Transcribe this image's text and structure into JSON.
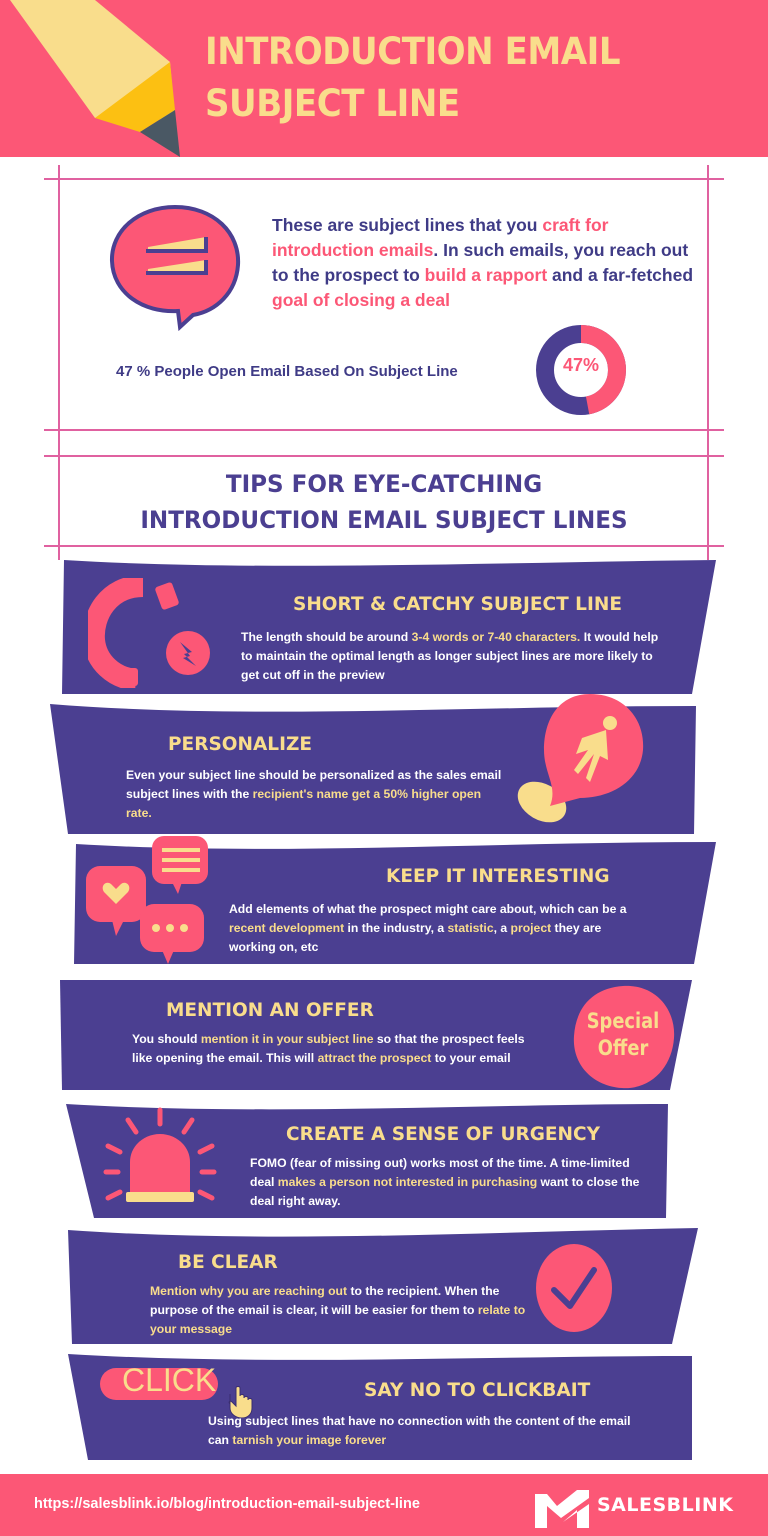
{
  "header": {
    "title_line1": "INTRODUCTION EMAIL",
    "title_line2": "SUBJECT LINE"
  },
  "intro": {
    "text_parts": [
      {
        "text": "These are subject lines that you ",
        "hl": false
      },
      {
        "text": "craft for introduction emails",
        "hl": true
      },
      {
        "text": ". In such emails, you reach out to the prospect to ",
        "hl": false
      },
      {
        "text": "build a rapport",
        "hl": true
      },
      {
        "text": " and a far-fetched ",
        "hl": false
      },
      {
        "text": "goal of closing a deal",
        "hl": true
      }
    ],
    "stat_text": "47 % People Open Email Based On Subject Line",
    "stat_value": "47%",
    "stat_percent": 47
  },
  "tips_heading": {
    "line1": "TIPS FOR EYE-CATCHING",
    "line2": "INTRODUCTION EMAIL SUBJECT LINES"
  },
  "tips": [
    {
      "title": "SHORT & CATCHY SUBJECT LINE",
      "icon": "magnet-icon",
      "body": [
        {
          "text": "The length should be around ",
          "hl": false
        },
        {
          "text": "3-4 words or 7-40 characters.",
          "hl": true
        },
        {
          "text": " It would help to maintain the optimal length as longer subject lines are more likely to get cut off in the preview",
          "hl": false
        }
      ]
    },
    {
      "title": "PERSONALIZE",
      "icon": "location-person-icon",
      "body": [
        {
          "text": "Even your subject line should be personalized as the sales email subject lines with the ",
          "hl": false
        },
        {
          "text": "recipient's name get a 50% higher open rate.",
          "hl": true
        }
      ]
    },
    {
      "title": "KEEP IT INTERESTING",
      "icon": "chat-bubbles-icon",
      "body": [
        {
          "text": "Add elements of what the prospect might care about, which can be a ",
          "hl": false
        },
        {
          "text": "recent development",
          "hl": true
        },
        {
          "text": " in the industry, a ",
          "hl": false
        },
        {
          "text": "statistic",
          "hl": true
        },
        {
          "text": ", a ",
          "hl": false
        },
        {
          "text": "project",
          "hl": true
        },
        {
          "text": " they are working on, etc",
          "hl": false
        }
      ]
    },
    {
      "title": "MENTION AN OFFER",
      "icon": "special-offer-badge-icon",
      "badge_line1": "Special",
      "badge_line2": "Offer",
      "body": [
        {
          "text": "You should ",
          "hl": false
        },
        {
          "text": "mention it in your subject line",
          "hl": true
        },
        {
          "text": " so that the prospect feels like opening the email. This will ",
          "hl": false
        },
        {
          "text": "attract the prospect",
          "hl": true
        },
        {
          "text": " to your email",
          "hl": false
        }
      ]
    },
    {
      "title": "CREATE A SENSE OF URGENCY",
      "icon": "alarm-siren-icon",
      "body": [
        {
          "text": "FOMO (fear of missing out) works most of the time. A time-limited deal ",
          "hl": false
        },
        {
          "text": "makes a person not interested in purchasing",
          "hl": true
        },
        {
          "text": " want to close the deal right away.",
          "hl": false
        }
      ]
    },
    {
      "title": "BE CLEAR",
      "icon": "checkmark-icon",
      "body": [
        {
          "text": "Mention why you are reaching out",
          "hl": true
        },
        {
          "text": " to the recipient. When the purpose of the email is clear, it will be easier for them to ",
          "hl": false
        },
        {
          "text": "relate to your message",
          "hl": true
        }
      ]
    },
    {
      "title": "SAY NO TO CLICKBAIT",
      "icon": "click-button-icon",
      "click_label": "CLICK",
      "body": [
        {
          "text": "Using subject lines that have no connection with the content of the email can ",
          "hl": false
        },
        {
          "text": "tarnish your image forever",
          "hl": true
        }
      ]
    }
  ],
  "footer": {
    "url": "https://salesblink.io/blog/introduction-email-subject-line",
    "brand": "SALESBLINK"
  },
  "colors": {
    "pink": "#fc5776",
    "purple": "#4b3f91",
    "yellow": "#f9dd8c",
    "guide": "#e061a0"
  }
}
